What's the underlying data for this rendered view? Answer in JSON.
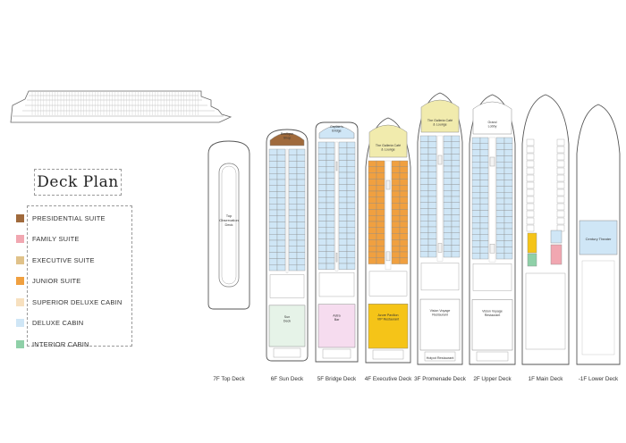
{
  "title": "Deck Plan",
  "legend": [
    {
      "label": "PRESIDENTIAL SUITE",
      "color": "#a06a3c"
    },
    {
      "label": "FAMILY SUITE",
      "color": "#f1a7b1"
    },
    {
      "label": "EXECUTIVE SUITE",
      "color": "#e0c28a"
    },
    {
      "label": "JUNIOR SUITE",
      "color": "#f0a040"
    },
    {
      "label": "SUPERIOR DELUXE CABIN",
      "color": "#f7e0bf"
    },
    {
      "label": "DELUXE CABIN",
      "color": "#cfe6f6"
    },
    {
      "label": "INTERIOR CABIN",
      "color": "#8fd0a8"
    }
  ],
  "decks": [
    {
      "label": "7F Top Deck",
      "fill": "#ffffff",
      "bow": "#ffffff",
      "rooms": "none",
      "area": "Top Observation Deck",
      "areaColor": "#ffffff",
      "areaLabel": ""
    },
    {
      "label": "6F Sun Deck",
      "fill": "#cfe6f6",
      "bow": "#a06a3c",
      "rooms": "cabin",
      "area": "Boutique Shop",
      "areaColor": "#e6f3e8",
      "areaLabel": "Sun Deck"
    },
    {
      "label": "5F Bridge Deck",
      "fill": "#cfe6f6",
      "bow": "#cfe6f6",
      "rooms": "cabin",
      "area": "Captain's Bridge",
      "areaColor": "#f6dcef",
      "areaLabel": "Astra Bar"
    },
    {
      "label": "4F Executive Deck",
      "fill": "#f0a040",
      "bow": "#f1ebad",
      "rooms": "cabin",
      "area": "The Galleria Café & Lounge",
      "areaColor": "#f5c418",
      "areaLabel": "Azure Pavilion VIP Restaurant"
    },
    {
      "label": "3F Promenade Deck",
      "fill": "#cfe6f6",
      "bow": "#f1ebad",
      "rooms": "cabin",
      "area": "The Galleria Café & Lounge",
      "areaColor": "#ffffff",
      "areaLabel": "Vision Voyage Restaurant"
    },
    {
      "label": "2F Upper Deck",
      "fill": "#cfe6f6",
      "bow": "#ffffff",
      "rooms": "cabin",
      "area": "Grand Lobby",
      "areaColor": "#ffffff",
      "areaLabel": "Vision Voyage Restaurant"
    },
    {
      "label": "1F Main Deck",
      "fill": "#ffffff",
      "bow": "#ffffff",
      "rooms": "service",
      "area": "",
      "areaColor": "#ffffff",
      "areaLabel": ""
    },
    {
      "label": "-1F Lower Deck",
      "fill": "#ffffff",
      "bow": "#ffffff",
      "rooms": "none",
      "area": "Century Theater",
      "areaColor": "#cfe6f6",
      "areaLabel": ""
    }
  ],
  "extra_labels": {
    "hotpot": "Hotpot Restaurant"
  }
}
